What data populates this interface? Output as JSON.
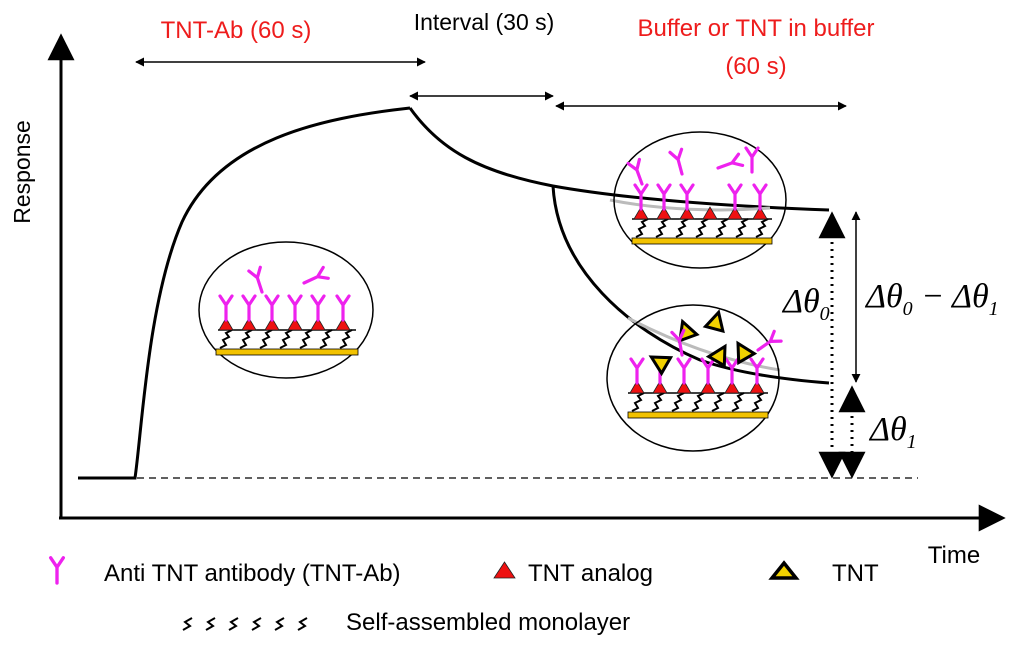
{
  "phases": {
    "association": "TNT-Ab (60 s)",
    "interval": "Interval (30 s)",
    "buffer_line1": "Buffer or TNT in buffer",
    "buffer_line2": "(60 s)"
  },
  "axes": {
    "y_label": "Response",
    "x_label": "Time"
  },
  "deltas": {
    "delta0_prefix": "Δθ",
    "delta0_sub": "0",
    "diff_a": "Δθ",
    "diff_a_sub": "0",
    "diff_minus": " − Δθ",
    "diff_b_sub": "1",
    "delta1_prefix": "Δθ",
    "delta1_sub": "1"
  },
  "legend": {
    "antibody": "Anti TNT antibody (TNT-Ab)",
    "analog": "TNT analog",
    "tnt": "TNT",
    "sam": "Self-assembled monolayer"
  },
  "colors": {
    "red_text": "#ee1c1c",
    "antibody": "#ee22ee",
    "analog": "#ee1111",
    "gold": "#f2c200",
    "tnt_fill": "#f2d200"
  }
}
